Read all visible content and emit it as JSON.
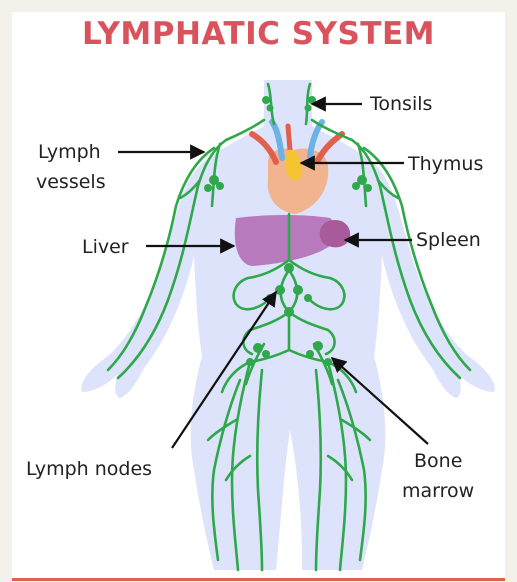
{
  "title": "LYMPHATIC SYSTEM",
  "labels": {
    "tonsils": "Tonsils",
    "lymph_line1": "Lymph",
    "lymph_line2": "vessels",
    "thymus": "Thymus",
    "liver": "Liver",
    "spleen": "Spleen",
    "lymph_nodes": "Lymph nodes",
    "bone_line1": "Bone",
    "bone_line2": "marrow"
  },
  "colors": {
    "title": "#d9535d",
    "body": "#dde3fb",
    "vessels": "#2ea84a",
    "liver": "#b77bbd",
    "spleen": "#a85a9b",
    "heart": "#f2b38f",
    "thymus": "#f5c531"
  }
}
